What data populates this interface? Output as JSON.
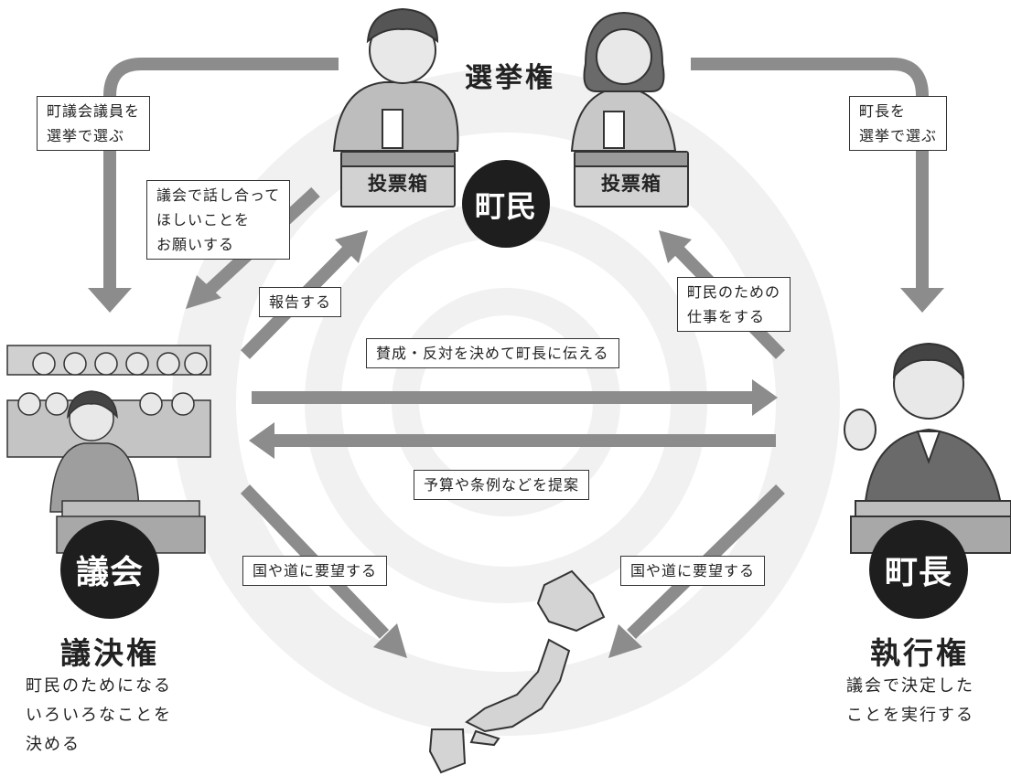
{
  "center": {
    "label": "町民"
  },
  "top": {
    "heading": "選挙権",
    "ballot_box_left": "投票箱",
    "ballot_box_right": "投票箱"
  },
  "left_block": {
    "badge": "議会",
    "title": "議決権",
    "description": "町民のためになる\nいろいろなことを\n決める"
  },
  "right_block": {
    "badge": "町長",
    "title": "執行権",
    "description": "議会で決定した\nことを実行する"
  },
  "labels": {
    "elect_council": "町議会議員を\n選挙で選ぶ",
    "elect_mayor": "町長を\n選挙で選ぶ",
    "request_council": "議会で話し合って\nほしいことを\nお願いする",
    "report": "報告する",
    "work_for_citizens": "町民のための\n仕事をする",
    "approve_tell_mayor": "賛成・反対を決めて町長に伝える",
    "propose_budget": "予算や条例などを提案",
    "petition_left": "国や道に要望する",
    "petition_right": "国や道に要望する"
  },
  "colors": {
    "arrow": "#8c8c8c",
    "badge": "#1e1e1e",
    "watermark": "#f1f1f1"
  }
}
